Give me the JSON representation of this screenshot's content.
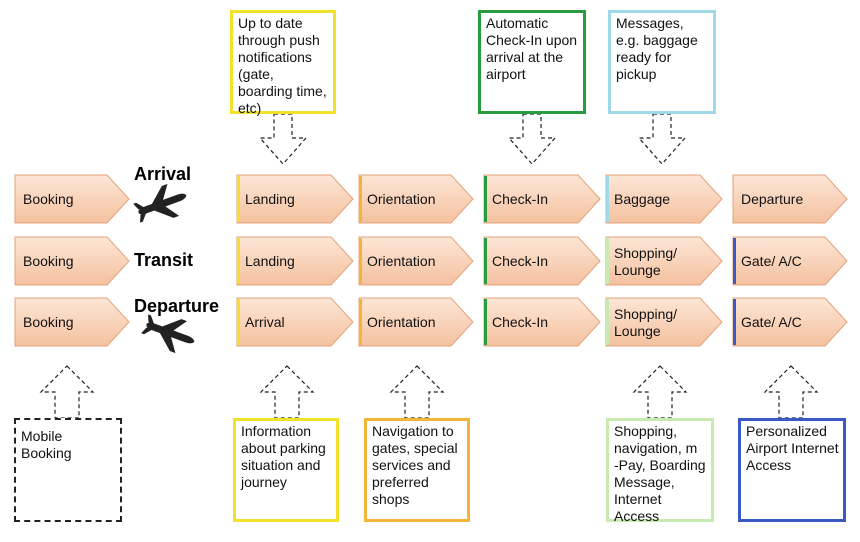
{
  "colors": {
    "yellow": "#f2e12a",
    "orange": "#f3b43a",
    "green": "#2a9b3f",
    "light_blue": "#9fd8e6",
    "light_green": "#c6eab0",
    "blue": "#3a59c4",
    "chevron_fill_top": "#fde6d6",
    "chevron_fill_bottom": "#f4c19f",
    "chevron_stroke": "#e4a27c"
  },
  "rows": [
    {
      "label": "Arrival",
      "icon": "airplane-landing-icon",
      "stages": [
        "Booking",
        "Landing",
        "Orientation",
        "Check-In",
        "Baggage",
        "Departure"
      ]
    },
    {
      "label": "Transit",
      "icon": "",
      "stages": [
        "Booking",
        "Landing",
        "Orientation",
        "Check-In",
        "Shopping/\nLounge",
        "Gate/ A/C"
      ]
    },
    {
      "label": "Departure",
      "icon": "airplane-takeoff-icon",
      "stages": [
        "Booking",
        "Arrival",
        "Orientation",
        "Check-In",
        "Shopping/\nLounge",
        "Gate/ A/C"
      ]
    }
  ],
  "top_notes": [
    {
      "text": "Up to date\nthrough push\nnotifications\n(gate,\nboarding time,\netc)"
    },
    {
      "text": "Automatic\nCheck-In upon\narrival at the\nairport"
    },
    {
      "text": "Messages,\ne.g. baggage\nready for\npickup"
    }
  ],
  "bottom_notes": [
    {
      "text": "Mobile Booking"
    },
    {
      "text": "Information\nabout parking\nsituation and\njourney"
    },
    {
      "text": "Navigation to\ngates, special\nservices and\npreferred\nshops"
    },
    {
      "text": "Shopping,\nnavigation, m\n-Pay, Boarding\nMessage,\nInternet\nAccess"
    },
    {
      "text": "Personalized\nAirport Internet\nAccess"
    }
  ]
}
